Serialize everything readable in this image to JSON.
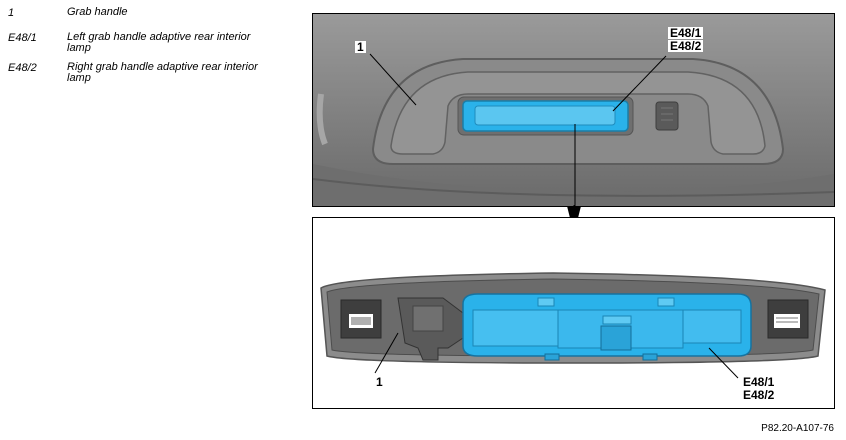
{
  "legend": [
    {
      "code": "1",
      "desc": "Grab handle"
    },
    {
      "code": "E48/1",
      "desc": "Left grab handle adaptive rear interior lamp"
    },
    {
      "code": "E48/2",
      "desc": "Right grab handle adaptive rear interior lamp"
    }
  ],
  "callouts": {
    "top_handle": "1",
    "top_lamp_1": "E48/1",
    "top_lamp_2": "E48/2",
    "bottom_handle": "1",
    "bottom_lamp_1": "E48/1",
    "bottom_lamp_2": "E48/2"
  },
  "doc_id": "P82.20-A107-76",
  "colors": {
    "lamp": "#2ab2ea",
    "handle": "#8c8c8c",
    "background": "#ffffff"
  }
}
